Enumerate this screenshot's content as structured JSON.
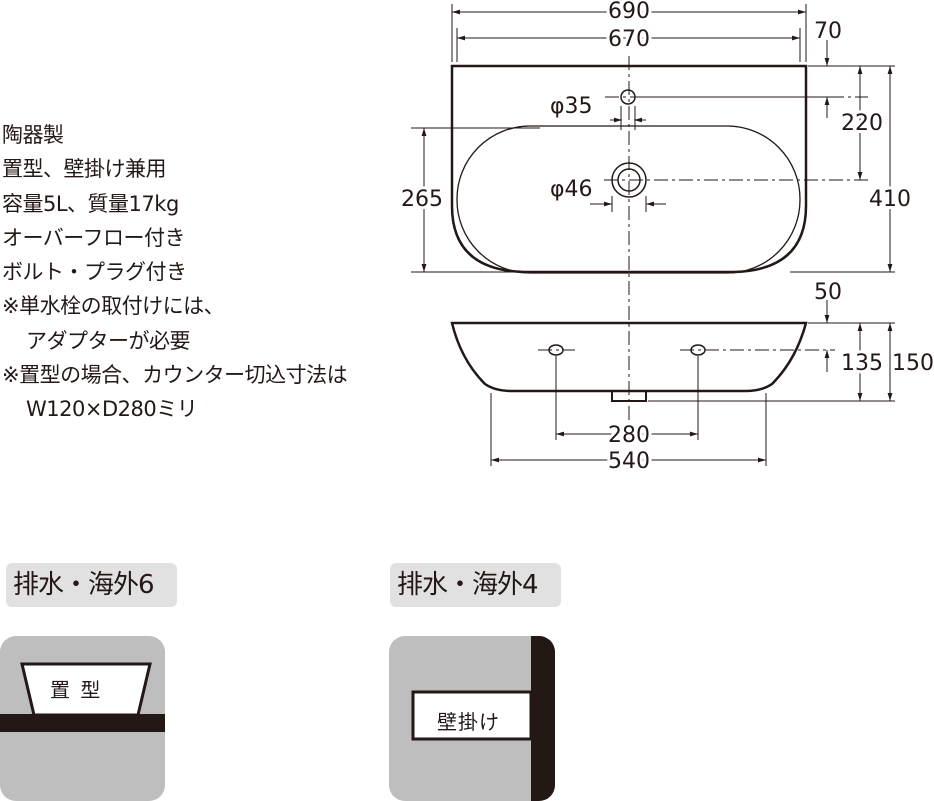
{
  "specs": {
    "material": "陶器製",
    "installation": "置型、壁掛け兼用",
    "capacity_weight": "容量5L、質量17kg",
    "overflow": "オーバーフロー付き",
    "bolt_plug": "ボルト・プラグ付き",
    "note1_line1": "※単水栓の取付けには、",
    "note1_line2": "アダプターが必要",
    "note2_line1": "※置型の場合、カウンター切込寸法は",
    "note2_line2": "W120×D280ミリ"
  },
  "dimensions": {
    "overall_width": "690",
    "inner_width": "670",
    "back_rim": "70",
    "faucet_hole": "φ35",
    "basin_depth": "265",
    "hole_to_drain": "220",
    "overall_depth": "410",
    "drain": "φ46",
    "rim_height": "50",
    "mount_height": "135",
    "overall_height": "150",
    "mount_spacing": "280",
    "base_width": "540"
  },
  "install_options": {
    "left_tag": "排水・海外6",
    "left_label": "置 型",
    "right_tag": "排水・海外4",
    "right_label": "壁掛け"
  },
  "colors": {
    "ink": "#231815",
    "panel": "#bebebe",
    "tag_background": "#e1e1e1"
  }
}
